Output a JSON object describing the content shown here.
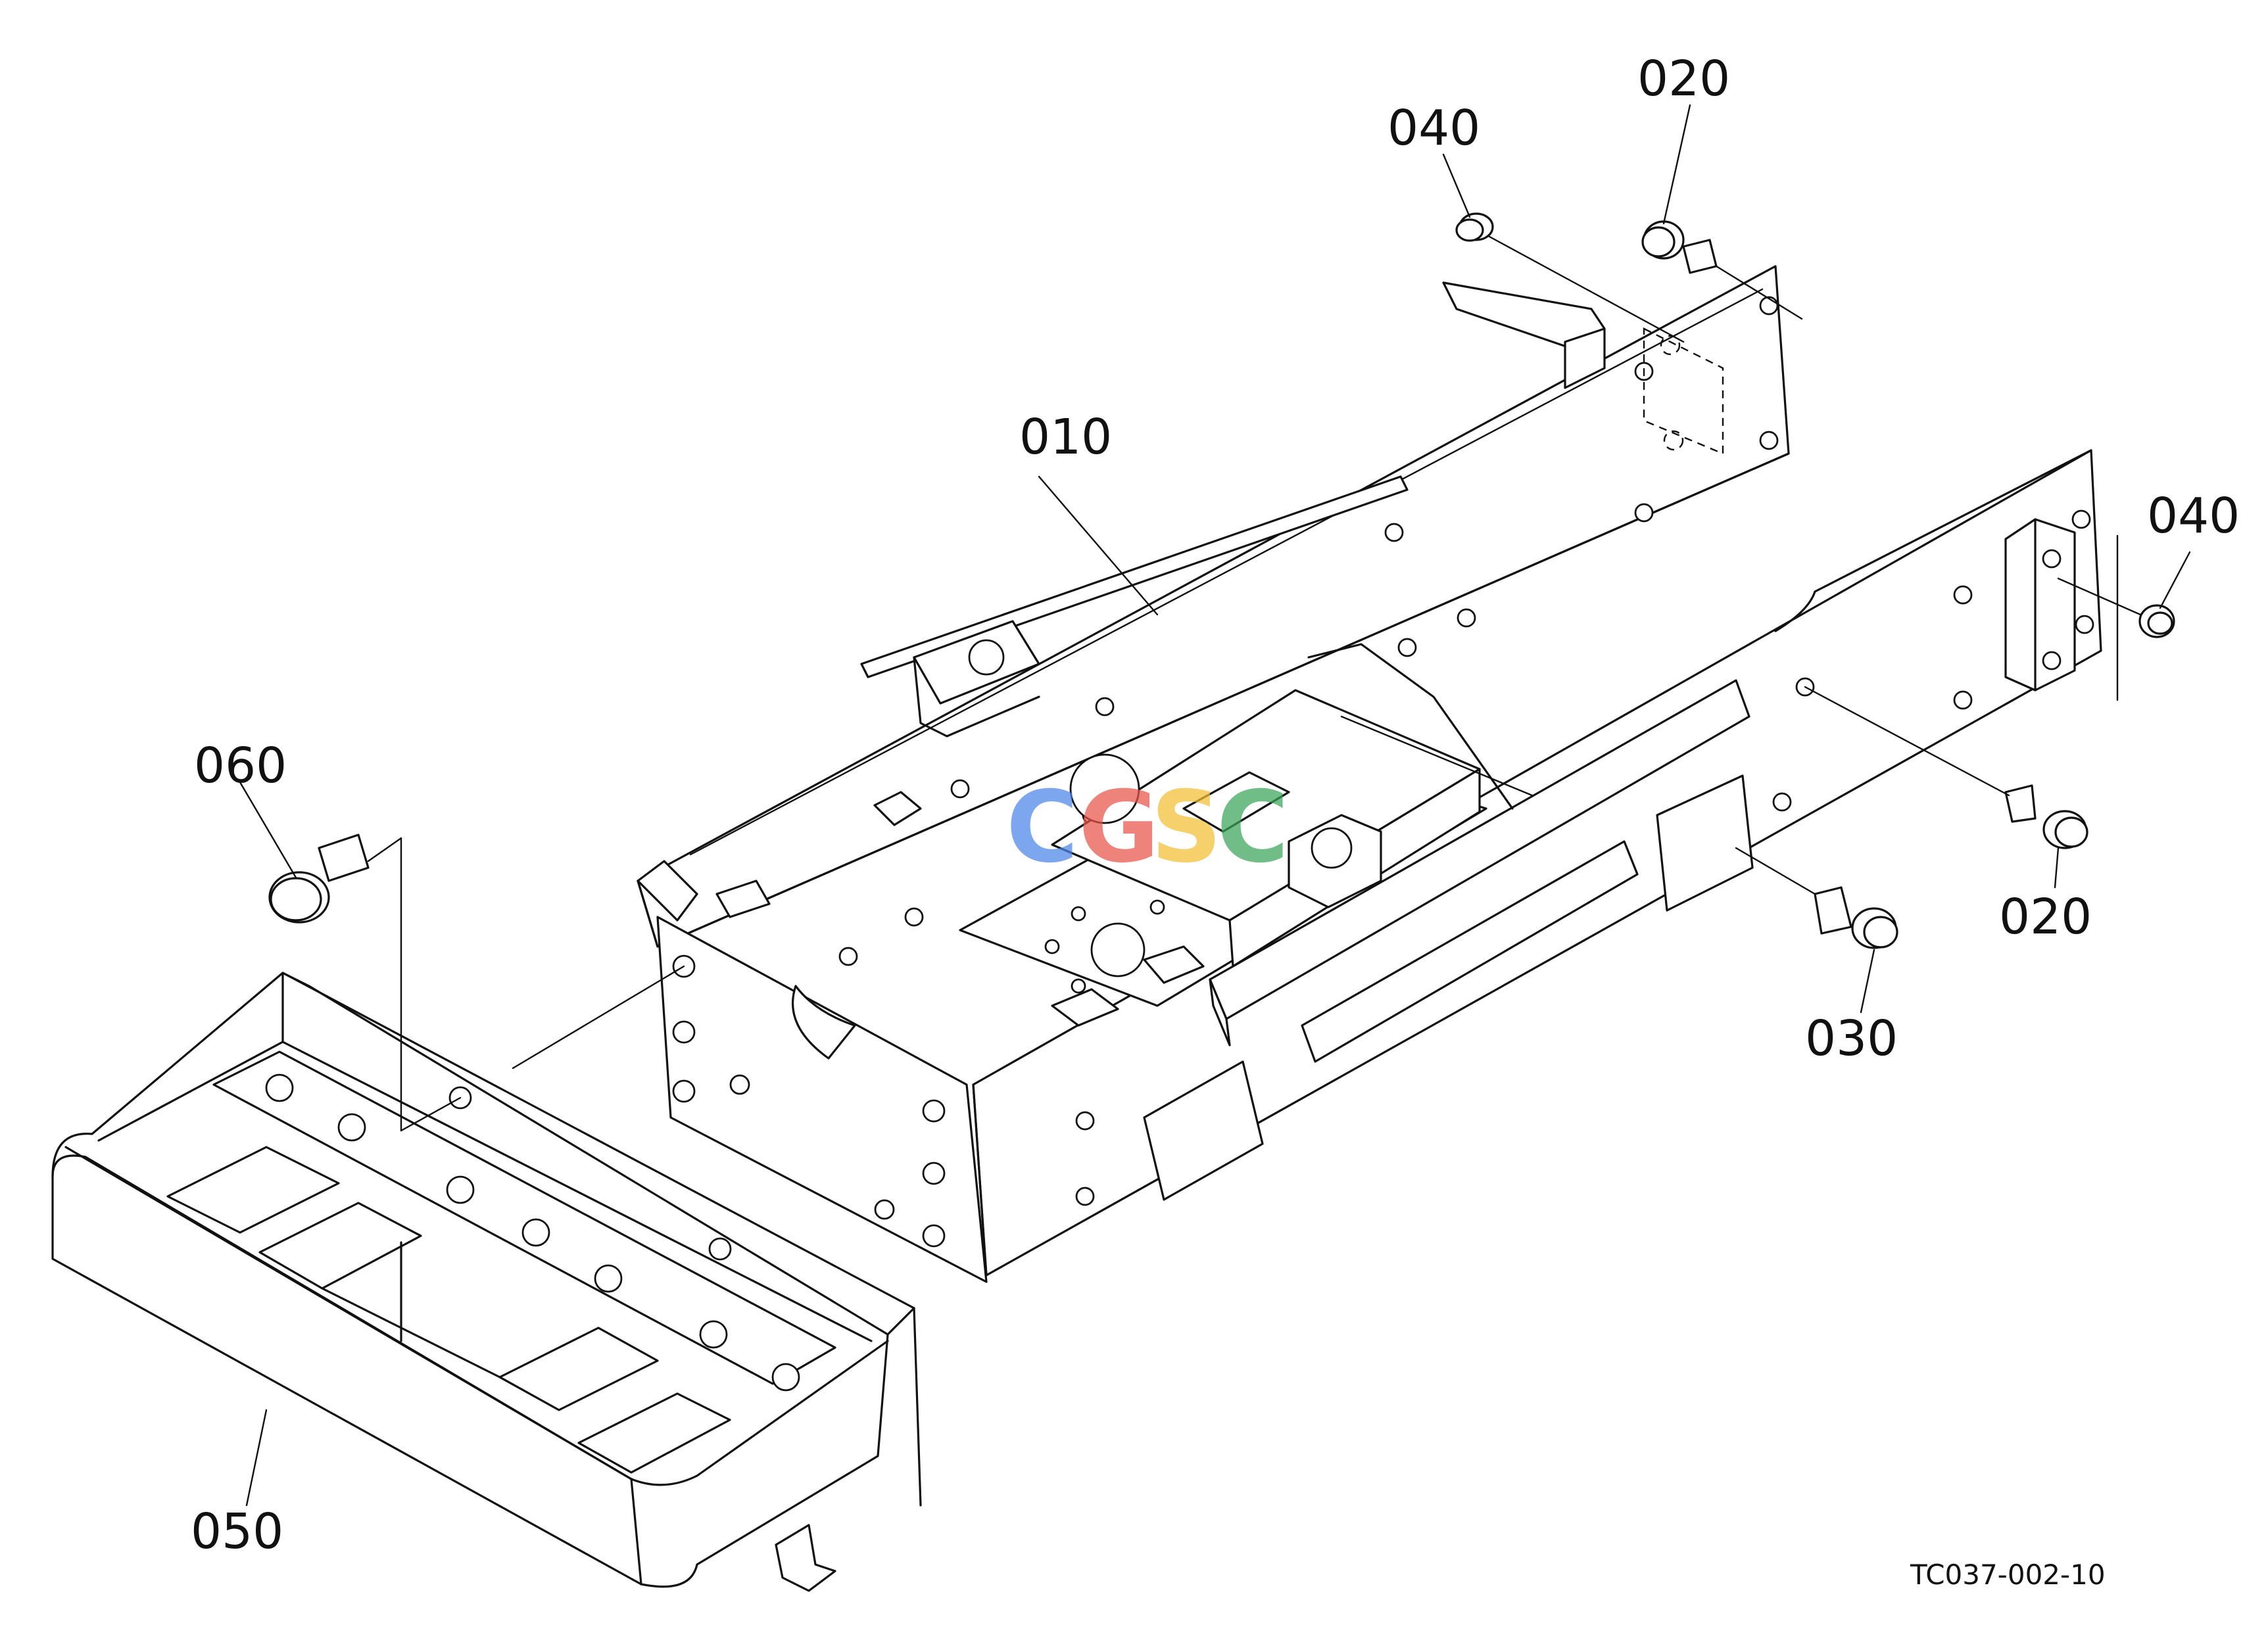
{
  "callouts": {
    "p010": "010",
    "p020_top": "020",
    "p020_right": "020",
    "p030": "030",
    "p040_top": "040",
    "p040_right": "040",
    "p050": "050",
    "p060": "060"
  },
  "drawing_code": "TC037-002-10",
  "watermark": {
    "letters": [
      "C",
      "G",
      "S",
      "C"
    ],
    "colors": [
      "#4a86e8",
      "#e8534a",
      "#f2c033",
      "#3aa55a"
    ]
  }
}
